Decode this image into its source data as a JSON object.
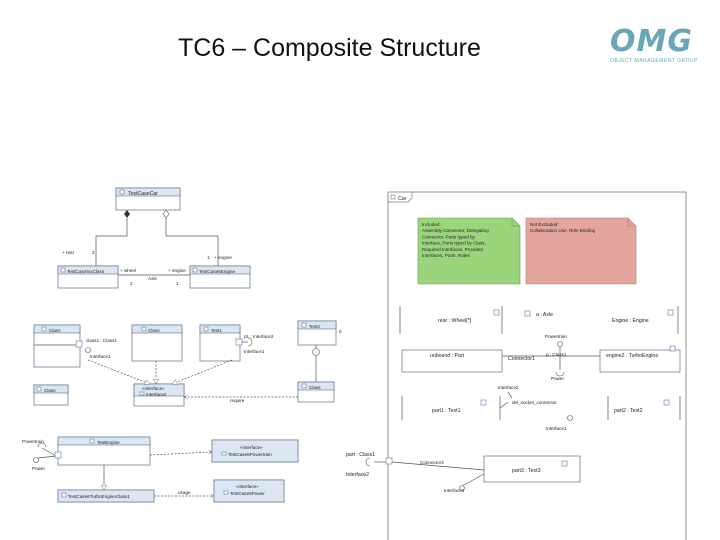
{
  "slide": {
    "title": "TC6 – Composite Structure",
    "logo": {
      "letters": "OMG",
      "tagline": "OBJECT MANAGEMENT GROUP"
    }
  },
  "class_diagram": {
    "root_class": "TestCaseCar",
    "left_class": "TestCaseSixClass",
    "right_class": "TestCase6Engine",
    "assoc_name": "Axle",
    "role_rear": "+ rear",
    "mult_rear": "2",
    "role_engine": "+ engine",
    "mult_engine": "1",
    "role_wheel": "+ wheel",
    "role_engine2": "+ engine",
    "mult_left": "2",
    "mult_right": "1"
  },
  "mid_diagram": {
    "class_a": "Class",
    "class_b": "Class",
    "class_c": "Test1",
    "class_d": "Test2",
    "port_a": "class1 : Class1",
    "iface_a": "Interface1",
    "port_c": "p1 : Interface2",
    "iface_c": "Interface1",
    "class_e": "Class",
    "interface_box": "Interface2",
    "stereo": "«interface»",
    "class_f": "Class",
    "require": "require"
  },
  "bottom_diagram": {
    "powertrain": "Powertrain",
    "power": "Power",
    "engine_class": "TestEngine",
    "powertrain_iface": "TestCase6Powertrain",
    "stereo": "«interface»",
    "turbo_class": "TestCase6TurboEngineClass1",
    "power_iface": "TestCase6Power",
    "usage": "usage"
  },
  "composite": {
    "title": "Car",
    "note_included": "Included:\nAssembly Connector, Delegating\nConnector, Parts typed by\nInterface, Ports typed by Class,\nRequired Interfaces, Provided\nInterfaces, Ports, Roles",
    "note_excluded": "Not Excluded:\nCollaboration Use, Role Binding",
    "part_rear": "rear : Wheel[*]",
    "part_axle": "a : Axle",
    "part_engine": "Engine : Engine",
    "port_powertrain": "Powertrain",
    "part_unbound": "unbound : Part",
    "connector_1": "Connector1",
    "port_class1": "p : Class1",
    "part_engine2": "engine2 : TurboEngine",
    "power": "Power",
    "iface_2": "Interface2",
    "connector_name": "del_socket_connector",
    "part_test1": "part1 : Test1",
    "part_test2": "part2 : Test2",
    "iface_1": "Interface1",
    "outer_port": "part : Class1",
    "outer_iface": "Interface2",
    "connector_4": "Connector4",
    "part_test3": "part3 : Test3",
    "iface_bottom": "Interface1"
  },
  "colors": {
    "note_included": "#9bd57b",
    "note_excluded": "#e3a59d",
    "logo": "#6aa6b6"
  }
}
